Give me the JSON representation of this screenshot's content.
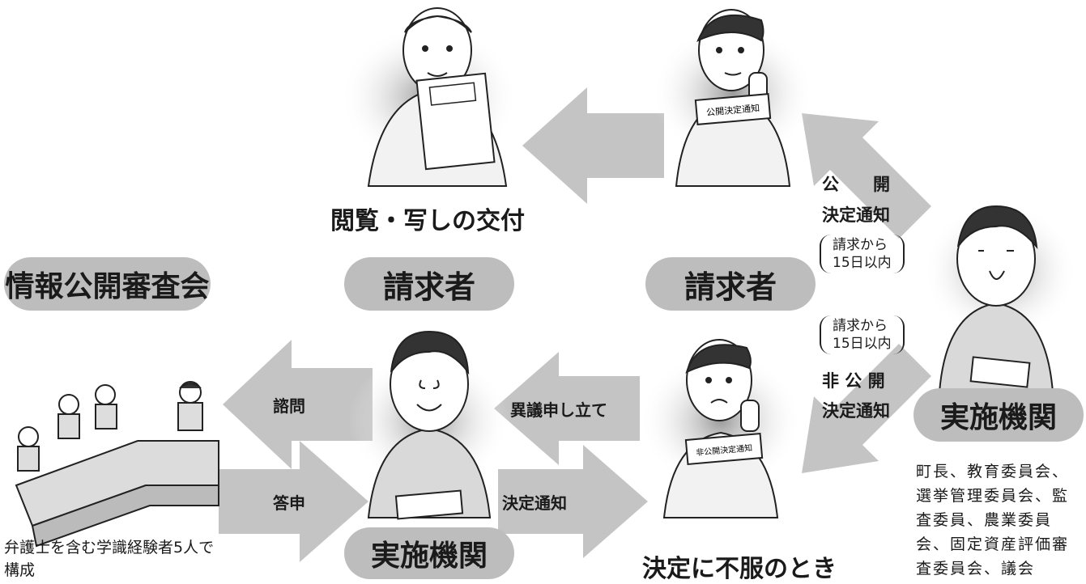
{
  "labels": {
    "kanran": "閲覧・写しの交付",
    "seikyusha_left": "請求者",
    "seikyusha_right": "請求者",
    "shinsakai": "情報公開審査会",
    "jisshi_right": "実施機関",
    "jisshi_bottom": "実施機関",
    "fufuku": "決定に不服のとき",
    "bengoshi": "弁護士を含む学識経験者5人で構成",
    "kikan_list": [
      "町長、教育委員会、",
      "選挙管理委員会、監",
      "査委員、農業委員",
      "会、固定資産評価審",
      "査委員会、議会"
    ]
  },
  "arrows": {
    "koukai_line1": "公　　開",
    "koukai_line2": "決定通知",
    "koukai_paren1": "請求から",
    "koukai_paren2": "15日以内",
    "hikoukai_paren1": "請求から",
    "hikoukai_paren2": "15日以内",
    "hikoukai_line1": "非 公 開",
    "hikoukai_line2": "決定通知",
    "igi": "異議申し立て",
    "shimon": "諮問",
    "toshin": "答申",
    "kettei": "決定通知"
  },
  "papers": {
    "koukai_notice": "公開決定通知",
    "hikoukai_notice": "非公開決定通知"
  },
  "colors": {
    "arrow": "#c4c4c4",
    "pill": "#bdbdbd",
    "ink": "#1a1a1a"
  }
}
